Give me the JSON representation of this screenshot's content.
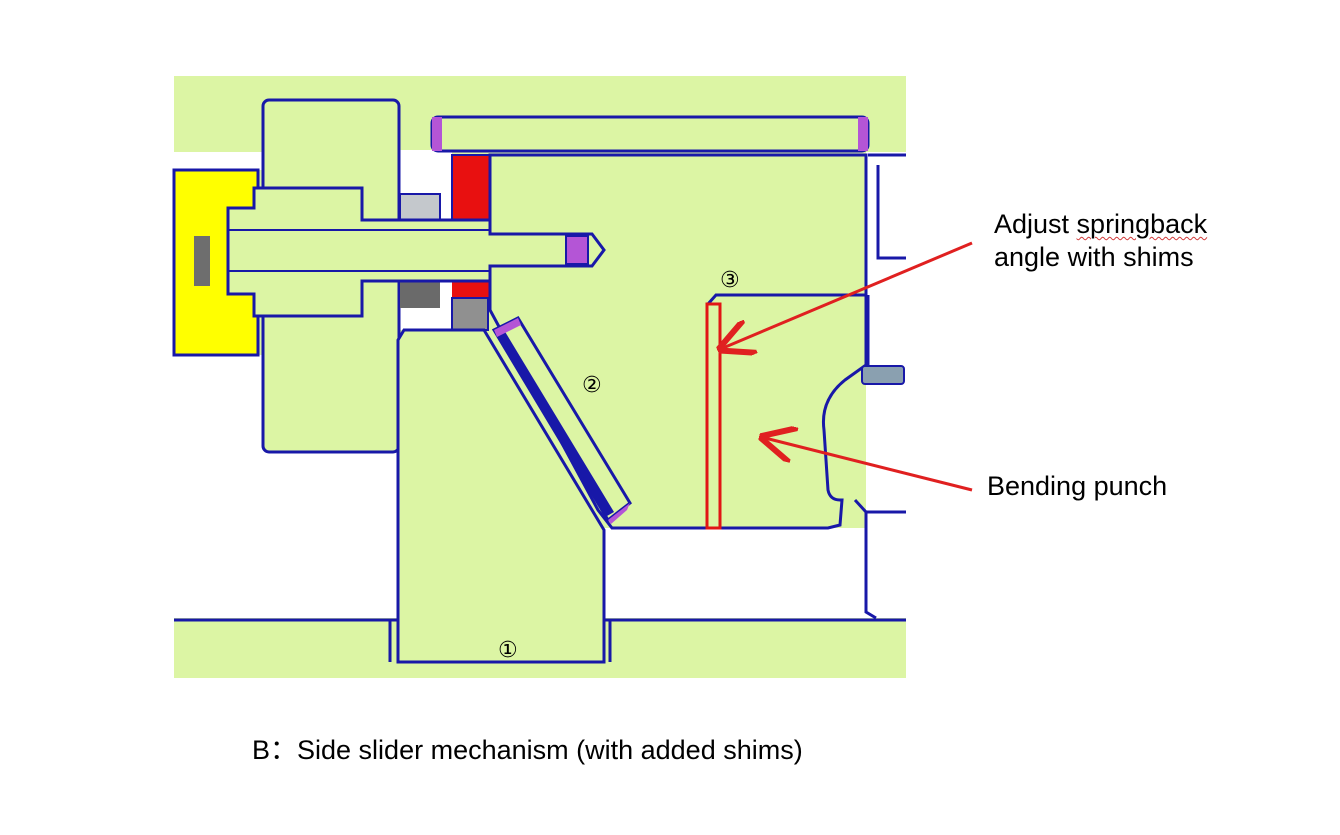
{
  "annotations": {
    "shims_line1_a": "Adjust ",
    "shims_line1_b": "springback",
    "shims_line2": "angle with shims",
    "punch": "Bending punch"
  },
  "part_numbers": {
    "part1": "①",
    "part2": "②",
    "part3": "③"
  },
  "caption": "B：Side slider mechanism (with added shims)",
  "colors": {
    "background_fill": "#dcf5a4",
    "outline": "#1818a8",
    "shim": "#e11515",
    "arrow": "#e02020",
    "yellow_part": "#ffff00",
    "purple_caps": "#b455d6",
    "gray_parts": "#8c8c8c"
  }
}
